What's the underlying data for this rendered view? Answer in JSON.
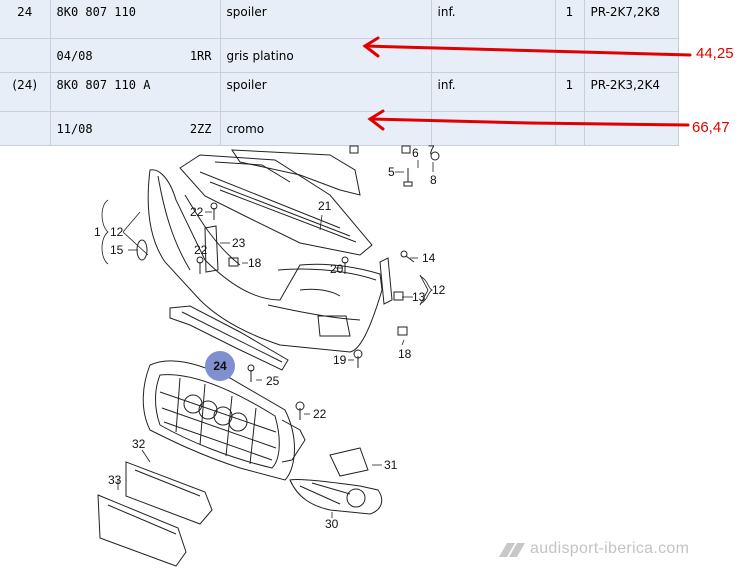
{
  "rows": [
    {
      "pos": "24",
      "part_no": "8K0 807 110",
      "code": "",
      "name": "spoiler",
      "location": "inf.",
      "qty": "1",
      "pr": "PR-2K7,2K8"
    },
    {
      "pos": "",
      "part_no": "04/08",
      "code": "1RR",
      "name": "gris platino",
      "location": "",
      "qty": "",
      "pr": ""
    },
    {
      "pos": "(24)",
      "part_no": "8K0 807 110 A",
      "code": "",
      "name": "spoiler",
      "location": "inf.",
      "qty": "1",
      "pr": "PR-2K3,2K4"
    },
    {
      "pos": "",
      "part_no": "11/08",
      "code": "2ZZ",
      "name": "cromo",
      "location": "",
      "qty": "",
      "pr": ""
    }
  ],
  "annotations": {
    "price_1": "44,25",
    "price_2": "66,47",
    "highlight_label": "24",
    "colors": {
      "arrow": "#e10000",
      "highlight": "#7f8fcf",
      "table_bg": "#e8eef7"
    }
  },
  "diagram_labels": {
    "l5": "5",
    "l6": "6",
    "l7": "7",
    "l8": "8",
    "l21": "21",
    "l22a": "22",
    "l22b": "22",
    "l23": "23",
    "l1": "1",
    "l12a": "12",
    "l15": "15",
    "l18a": "18",
    "l14": "14",
    "l20": "20",
    "l12b": "12",
    "l13": "13",
    "l18b": "18",
    "l19": "19",
    "l25": "25",
    "l22c": "22",
    "l32": "32",
    "l33": "33",
    "l31": "31",
    "l30": "30"
  },
  "watermark": {
    "text": "audisport-iberica.com"
  }
}
